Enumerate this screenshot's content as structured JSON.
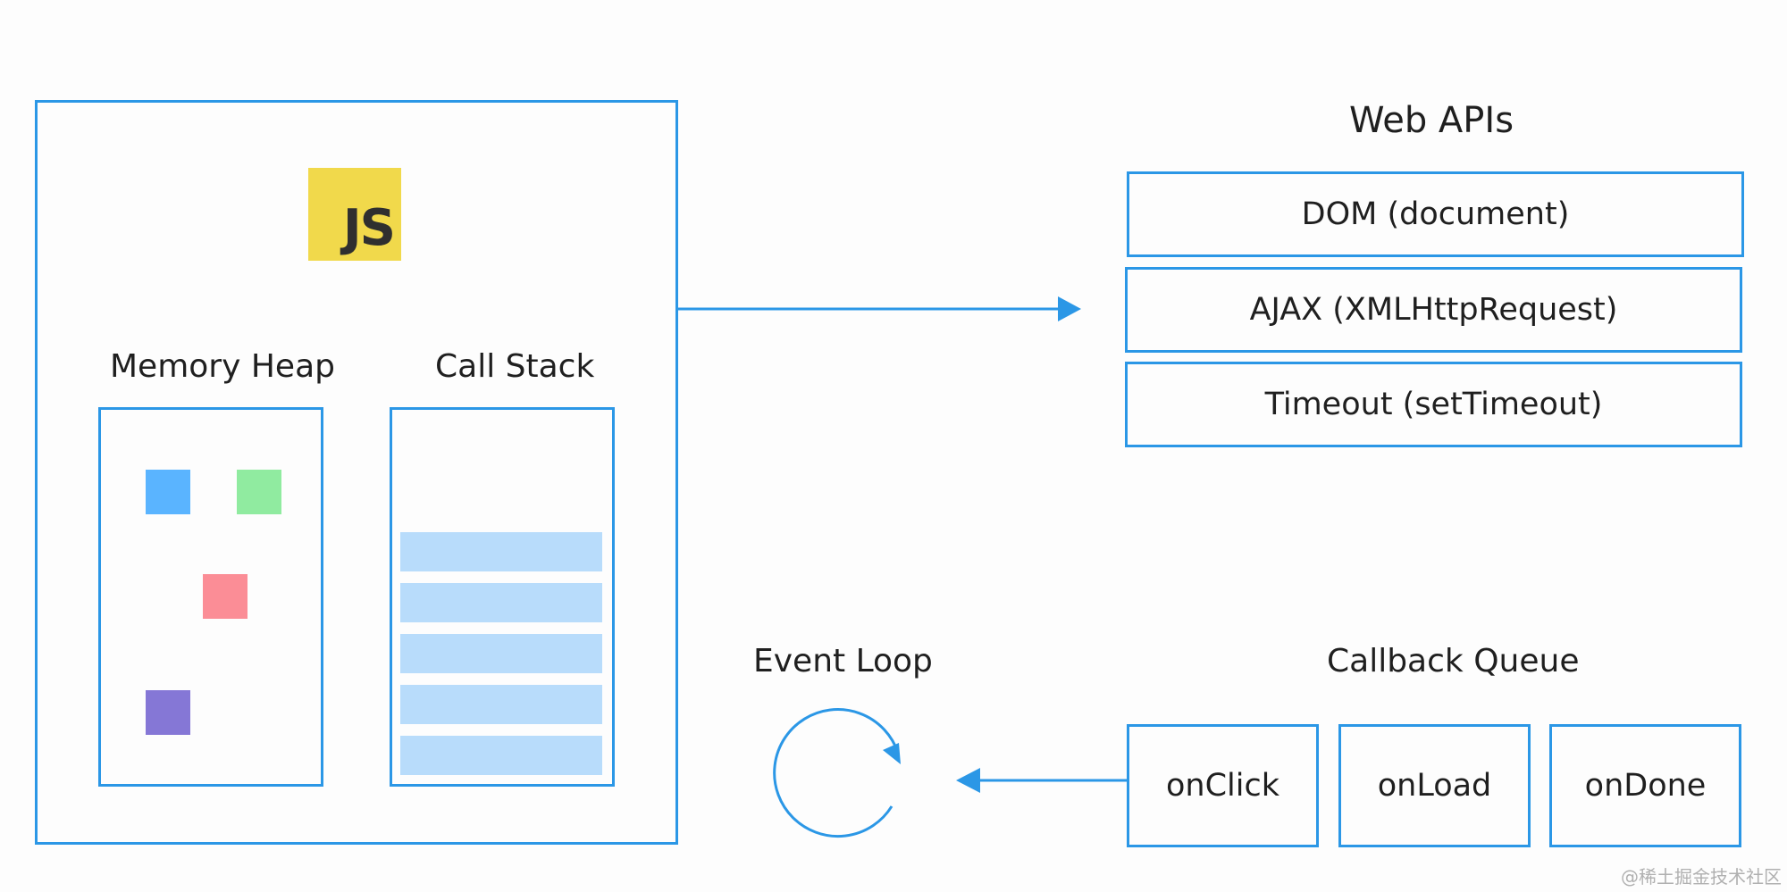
{
  "engine": {
    "logo_text": "JS",
    "memory_heap": {
      "title": "Memory Heap",
      "objects": [
        {
          "color": "#5ab4ff"
        },
        {
          "color": "#90eba0"
        },
        {
          "color": "#fb8d96"
        },
        {
          "color": "#8577d6"
        }
      ]
    },
    "call_stack": {
      "title": "Call Stack",
      "frame_count": 5,
      "frame_color": "#b8dcfb"
    }
  },
  "web_apis": {
    "title": "Web APIs",
    "items": [
      {
        "label": "DOM (document)"
      },
      {
        "label": "AJAX (XMLHttpRequest)"
      },
      {
        "label": "Timeout (setTimeout)"
      }
    ]
  },
  "event_loop": {
    "title": "Event Loop",
    "icon": "loop-arrow-icon"
  },
  "callback_queue": {
    "title": "Callback Queue",
    "items": [
      {
        "label": "onClick"
      },
      {
        "label": "onLoad"
      },
      {
        "label": "onDone"
      }
    ]
  },
  "arrows": {
    "engine_to_web_apis": "arrow-right-icon",
    "queue_to_event_loop": "arrow-left-icon"
  },
  "colors": {
    "accent": "#2b97e6",
    "js_logo": "#f1d94b"
  },
  "watermark": "@稀土掘金技术社区"
}
